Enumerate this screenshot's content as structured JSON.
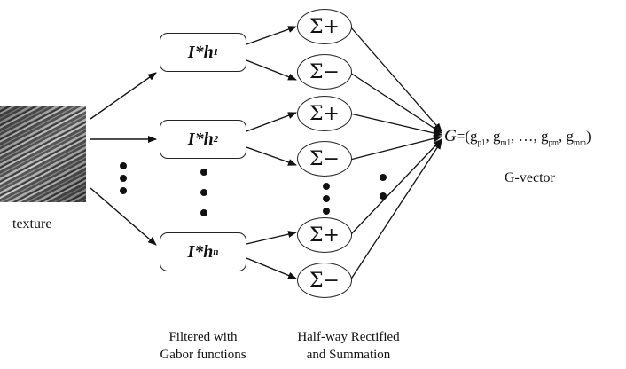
{
  "texture_label": "texture",
  "filters": [
    {
      "op": "I*h",
      "sub": "1"
    },
    {
      "op": "I*h",
      "sub": "2"
    },
    {
      "op": "I*h",
      "sub": "n"
    }
  ],
  "sums": [
    "Σ+",
    "Σ−",
    "Σ+",
    "Σ−",
    "Σ+",
    "Σ−"
  ],
  "g_vector": {
    "symbol": "G",
    "formula_prefix": "=(",
    "terms": [
      {
        "base": "g",
        "sub": "p1"
      },
      {
        "base": "g",
        "sub": "m1"
      },
      {
        "base": "…",
        "sub": ""
      },
      {
        "base": "g",
        "sub": "pm"
      },
      {
        "base": "g",
        "sub": "mm"
      }
    ],
    "formula_suffix": ")",
    "caption": "G-vector"
  },
  "captions": {
    "filtered_line1": "Filtered with",
    "filtered_line2": "Gabor functions",
    "rectified_line1": "Half-way Rectified",
    "rectified_line2": "and Summation"
  }
}
